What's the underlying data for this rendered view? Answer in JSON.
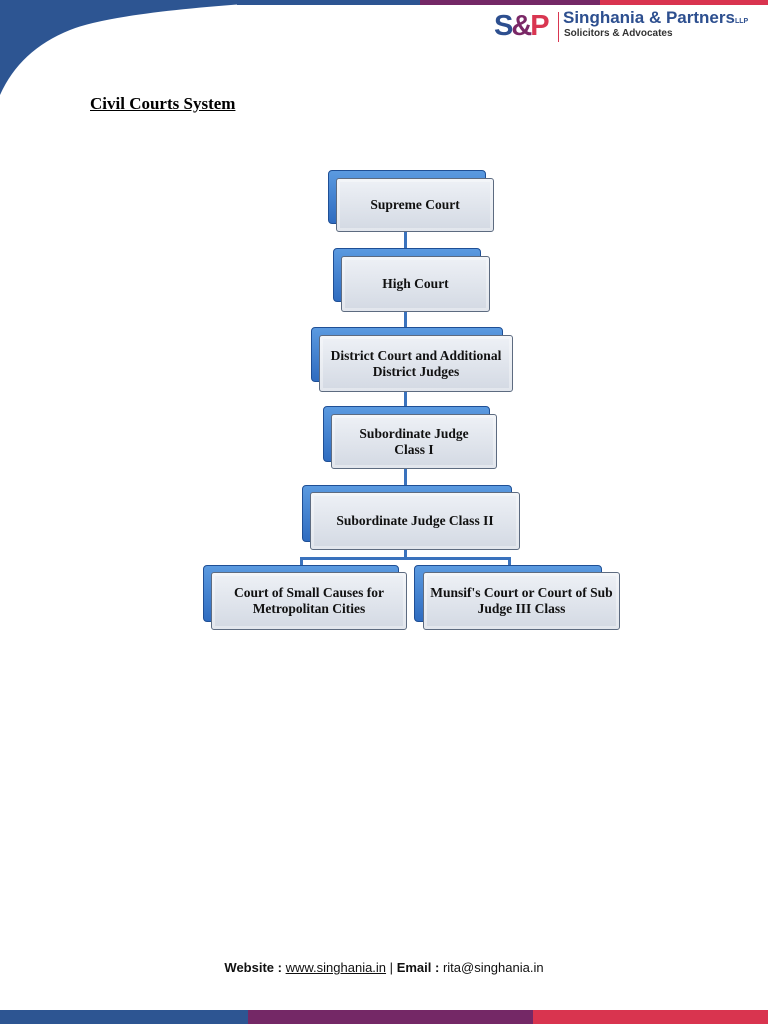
{
  "header": {
    "logo_mark": "S&P",
    "firm_name": "Singhania & Partners",
    "firm_suffix": "LLP",
    "tagline": "Solicitors & Advocates",
    "colors": {
      "blue": "#2d5592",
      "purple": "#742866",
      "red": "#d9344f"
    }
  },
  "title": "Civil Courts System",
  "diagram": {
    "nodes": [
      {
        "label": "Supreme Court"
      },
      {
        "label": "High Court"
      },
      {
        "label": "District Court and Additional District Judges"
      },
      {
        "label": "Subordinate Judge Class I"
      },
      {
        "label": "Subordinate Judge Class II"
      },
      {
        "label": "Court of Small Causes for Metropolitan Cities"
      },
      {
        "label": "Munsif's Court or Court of Sub Judge III Class"
      }
    ]
  },
  "footer": {
    "website_label": "Website :",
    "website": "www.singhania.in",
    "separator": "|",
    "email_label": "Email :",
    "email": "rita@singhania.in"
  }
}
